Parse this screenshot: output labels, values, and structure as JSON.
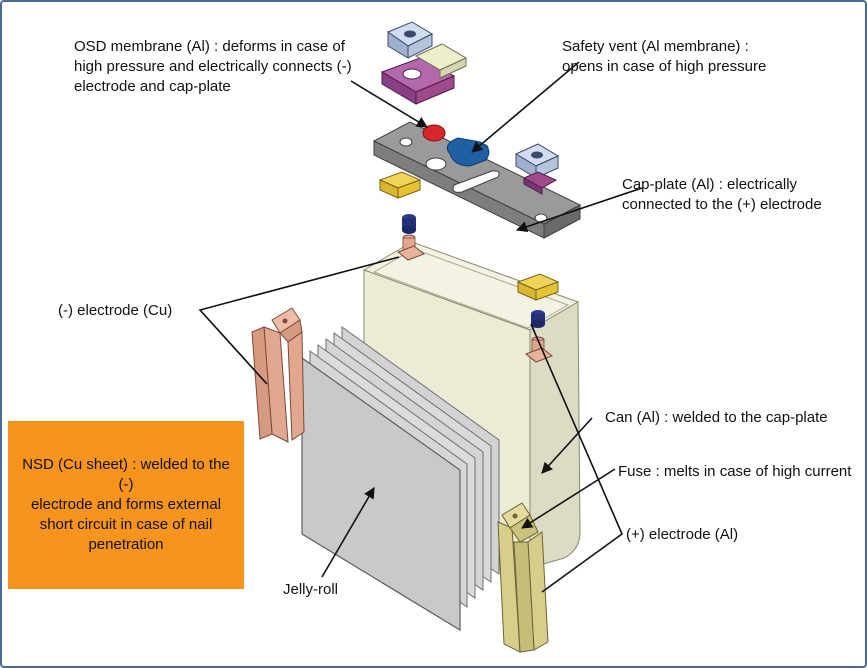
{
  "colors": {
    "border": "#4a6a9a",
    "nsd_box": "#f7941d",
    "can": "#ecebd6",
    "jelly_roll": "#c9c9cb",
    "cap_plate": "#9a9a9c",
    "safety_vent": "#1f5fa6",
    "osd_membrane": "#d8262a",
    "copper": "#e2a88f",
    "aluminum_electrode": "#d7ce8c",
    "insulator": "#e6c235",
    "terminal": "#b4c4dc",
    "gasket": "#a04a8c"
  },
  "labels": {
    "osd": "OSD membrane (Al) : deforms in case of\nhigh pressure and electrically connects (-)\nelectrode and cap-plate",
    "safety_vent": "Safety vent (Al membrane) :\nopens in case of high pressure",
    "cap_plate": "Cap-plate (Al) : electrically\nconnected to the (+) electrode",
    "neg_electrode": "(-) electrode (Cu)",
    "can": "Can (Al) : welded to the cap-plate",
    "fuse": "Fuse : melts in case of high current",
    "nsd": "NSD (Cu sheet) : welded to the (-)\nelectrode and forms external\nshort circuit in case of nail\npenetration",
    "pos_electrode": "(+) electrode (Al)",
    "jelly_roll": "Jelly-roll"
  }
}
